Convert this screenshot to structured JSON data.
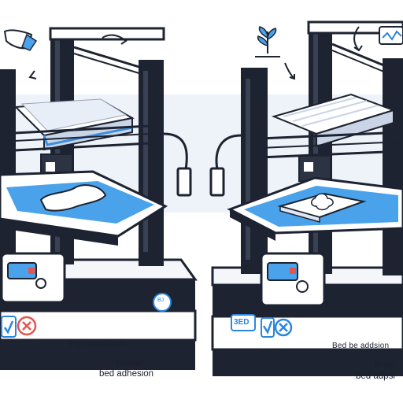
{
  "left_printer": {
    "base_label": "Ped alaadesion",
    "badge_text": "ВЈ",
    "caption_line1": "Proper",
    "caption_line2": "bed adhesion"
  },
  "right_printer": {
    "base_label": "Bed be addsion",
    "display_text": "3ED",
    "caption_line1": "Prop",
    "caption_line2": "bed adpsi"
  },
  "colors": {
    "frame": "#1d2330",
    "bed": "#eef1f6",
    "bed_top": "#4aa3ea",
    "accent_red": "#e5544f",
    "accent_blue": "#2b86e0",
    "background_band": "#eef2f9"
  }
}
